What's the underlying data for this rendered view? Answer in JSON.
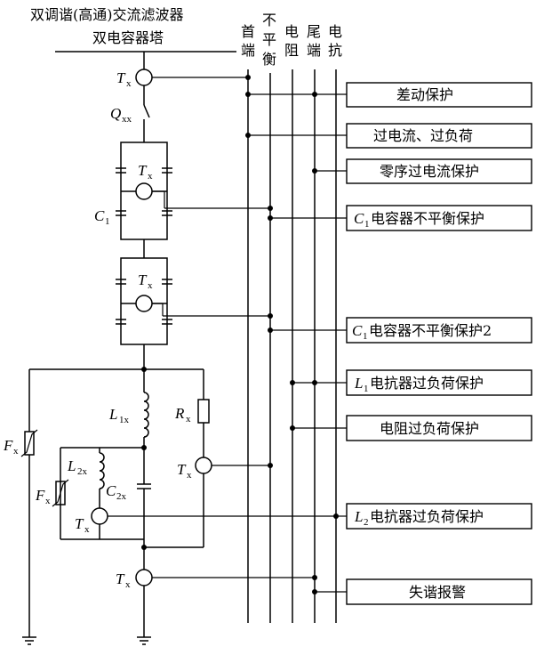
{
  "title": {
    "line1": "双调谐(高通)交流滤波器",
    "line2": "双电容器塔"
  },
  "buses": [
    [
      "首",
      "端"
    ],
    [
      "不",
      "平",
      "衡"
    ],
    [
      "电",
      "阻"
    ],
    [
      "尾",
      "端"
    ],
    [
      "电",
      "抗"
    ]
  ],
  "protections": [
    {
      "label": "差动保护"
    },
    {
      "label": "过电流、过负荷"
    },
    {
      "label": "零序过电流保护"
    },
    {
      "prefix": "C",
      "sub": "1",
      "label": "电容器不平衡保护"
    },
    {
      "prefix": "C",
      "sub": "1",
      "label": "电容器不平衡保护2"
    },
    {
      "prefix": "L",
      "sub": "1",
      "label": "电抗器过负荷保护"
    },
    {
      "label": "电阻过负荷保护"
    },
    {
      "prefix": "L",
      "sub": "2",
      "label": "电抗器过负荷保护"
    },
    {
      "label": "失谐报警"
    }
  ],
  "components": {
    "ct": {
      "main": "T",
      "sub": "x"
    },
    "breaker": {
      "main": "Q",
      "sub": "xx"
    },
    "c1": {
      "main": "C",
      "sub": "1"
    },
    "l1x": {
      "main": "L",
      "sub": "1x"
    },
    "rx": {
      "main": "R",
      "sub": "x"
    },
    "l2x": {
      "main": "L",
      "sub": "2x"
    },
    "c2x": {
      "main": "C",
      "sub": "2x"
    },
    "fx": {
      "main": "F",
      "sub": "x"
    }
  }
}
